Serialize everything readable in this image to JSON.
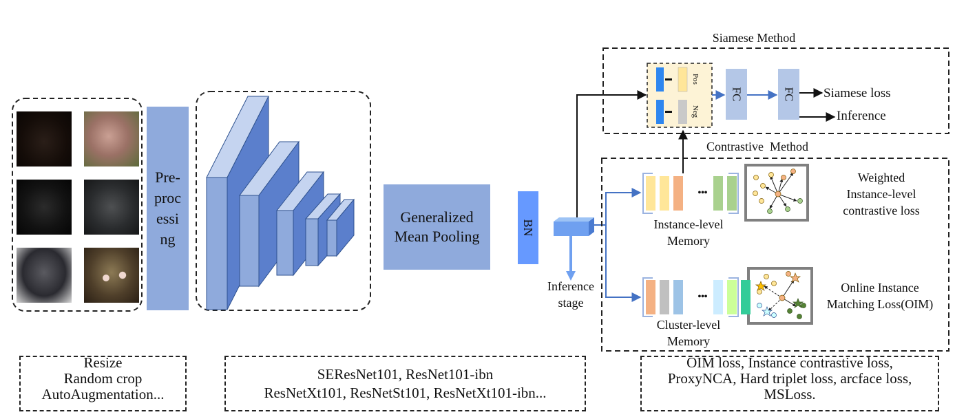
{
  "preprocess": {
    "label_lines": [
      "Pre-",
      "proc",
      "essi",
      "ng"
    ],
    "note_lines": [
      "Resize",
      "Random crop",
      "AutoAugmentation..."
    ]
  },
  "backbone": {
    "note_lines": [
      "SEResNet101, ResNet101-ibn",
      "ResNetXt101, ResNetSt101, ResNetXt101-ibn..."
    ]
  },
  "pooling": {
    "label_lines": [
      "Generalized",
      "Mean Pooling"
    ]
  },
  "bn": {
    "label": "BN"
  },
  "inference_stage": {
    "label_lines": [
      "Inference",
      "stage"
    ]
  },
  "siamese": {
    "title": "Siamese Method",
    "pos_label": "Pos",
    "neg_label": "Neg",
    "fc1_label": "FC",
    "fc2_label": "FC",
    "loss_label": "Siamese loss",
    "inference_label": "Inference"
  },
  "contrastive": {
    "title": "Contrastive  Method",
    "instance_memory_lines": [
      "Instance-level",
      "Memory"
    ],
    "instance_loss_lines": [
      "Weighted",
      "Instance-level",
      "contrastive loss"
    ],
    "cluster_memory_lines": [
      "Cluster-level",
      "Memory"
    ],
    "cluster_loss_lines": [
      "Online Instance",
      "Matching Loss(OIM)"
    ],
    "ellipsis": "•••"
  },
  "losses": {
    "note_lines": [
      "OIM loss, Instance contrastive loss,",
      "ProxyNCA, Hard triplet loss, arcface loss,",
      "MSLoss."
    ]
  },
  "colors": {
    "preprocess_bar": "#8faadc",
    "cube_front": "#8faadc",
    "cube_top": "#c5d4f0",
    "cube_side": "#5b7fcc",
    "pooling": "#8faadc",
    "bn": "#6699ff",
    "fc": "#b4c7e7",
    "memory_frame": "#9bb3e0",
    "siamese_box": "#fdf3d6",
    "arrow_blue": "#4472c4",
    "instance_slots": [
      "#ffe699",
      "#ffe699",
      "#f4b183",
      "#a9d18e",
      "#a9d18e"
    ],
    "cluster_slots": [
      "#f4b183",
      "#c0c0c0",
      "#9dc3e6",
      "#ccecff",
      "#ccff99",
      "#33cc99"
    ]
  }
}
